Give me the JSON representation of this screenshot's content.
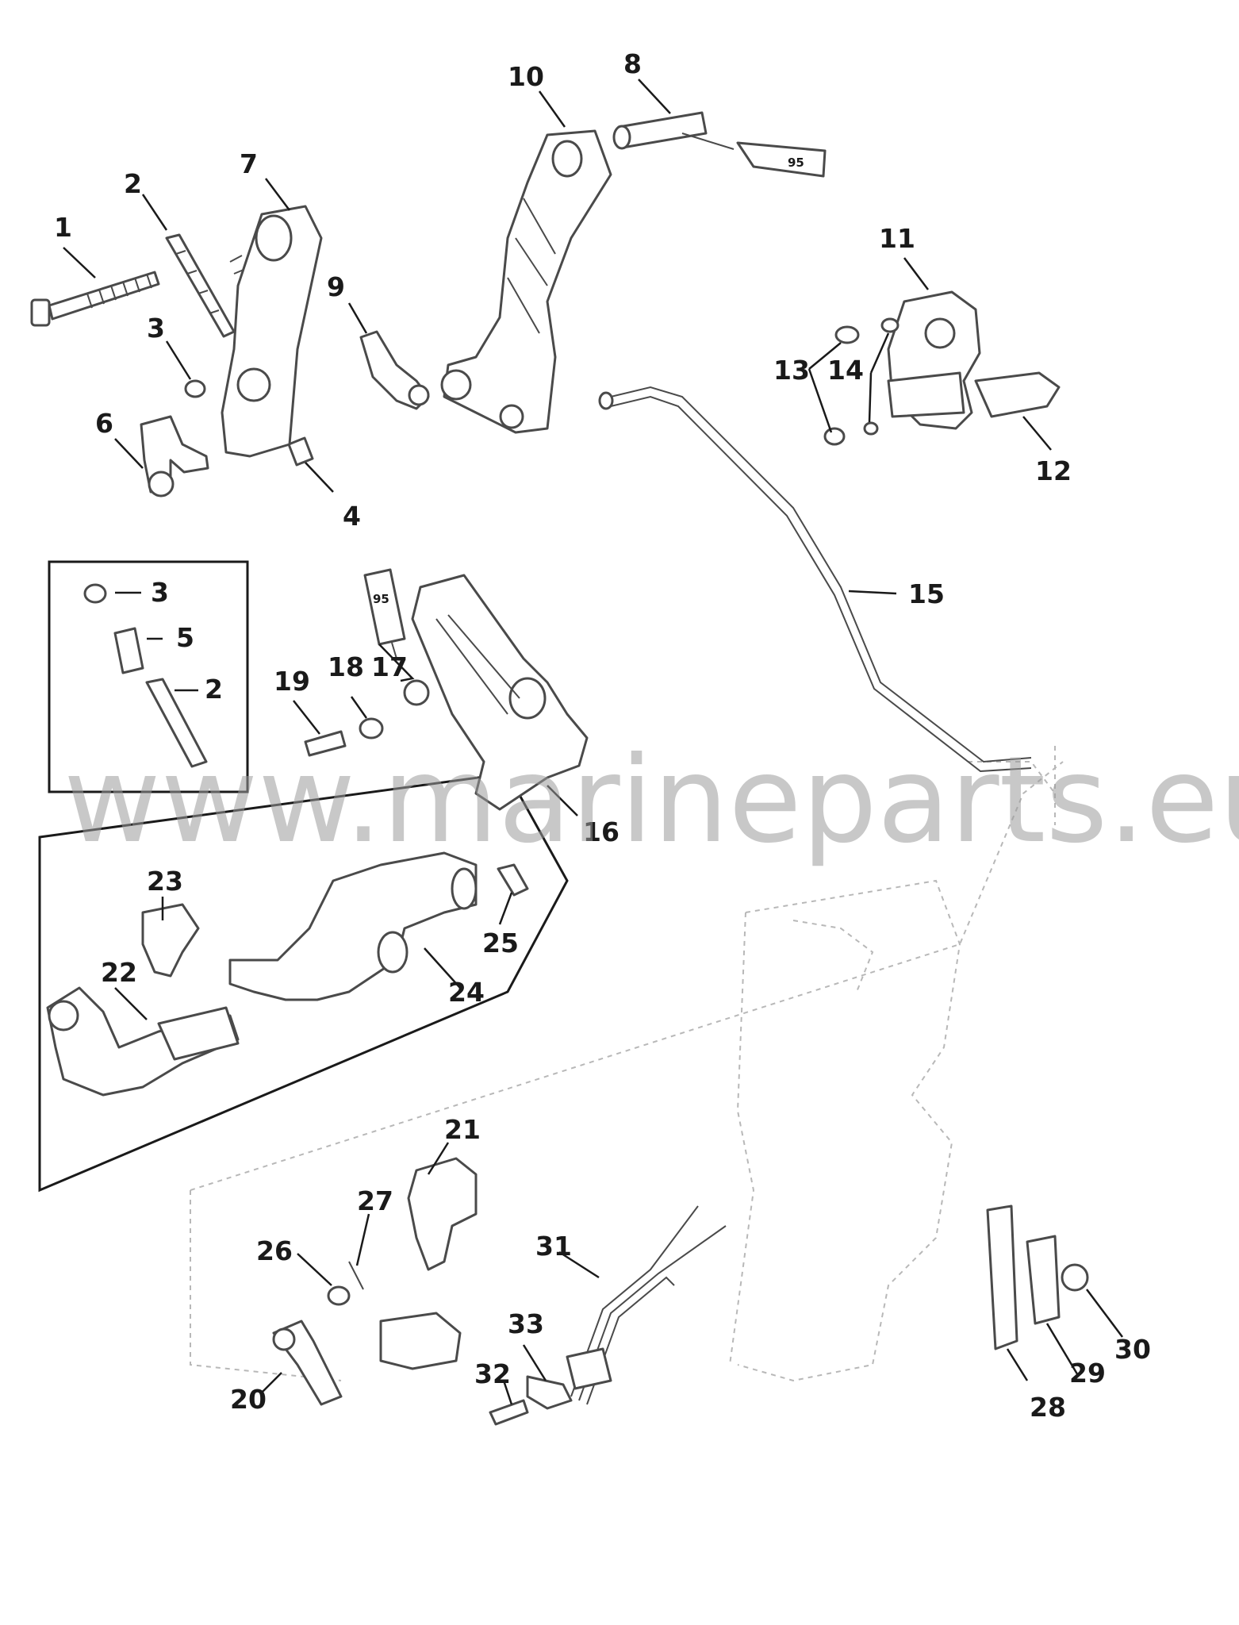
{
  "watermark": "www.marineparts.eu",
  "sealant_tag": "95",
  "callouts": {
    "c1": "1",
    "c2": "2",
    "c3": "3",
    "c4": "4",
    "c5": "5",
    "c6": "6",
    "c7": "7",
    "c8": "8",
    "c9": "9",
    "c10": "10",
    "c11": "11",
    "c12": "12",
    "c13": "13",
    "c14": "14",
    "c15": "15",
    "c16": "16",
    "c17": "17",
    "c18": "18",
    "c19": "19",
    "c20": "20",
    "c21": "21",
    "c22": "22",
    "c23": "23",
    "c24": "24",
    "c25": "25",
    "c26": "26",
    "c27": "27",
    "c28": "28",
    "c29": "29",
    "c30": "30",
    "c31": "31",
    "c32": "32",
    "c33": "33"
  }
}
